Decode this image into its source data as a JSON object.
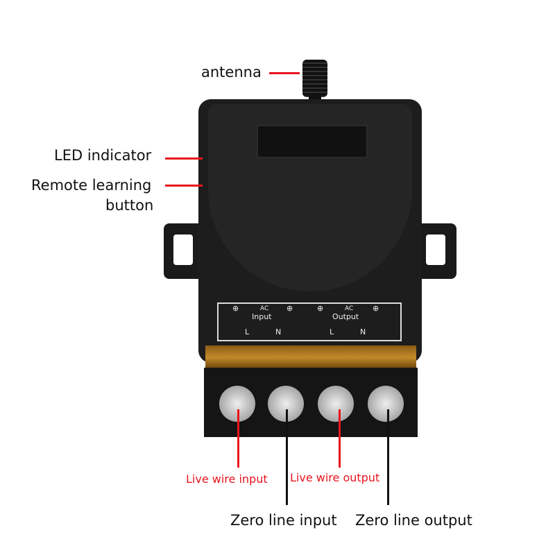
{
  "labels": {
    "antenna": "antenna",
    "led": "LED indicator",
    "remote_1": "Remote learning",
    "remote_2": "button",
    "live_in": "Live wire input",
    "live_out": "Live wire output",
    "zero_in": "Zero line input",
    "zero_out": "Zero line output"
  },
  "panel": {
    "ac1": "AC",
    "input": "Input",
    "ac2": "AC",
    "output": "Output",
    "l1": "L",
    "n1": "N",
    "l2": "L",
    "n2": "N"
  },
  "colors": {
    "accent": "#e8141e",
    "body": "#1b1b1b",
    "amber": "#b07a1e"
  }
}
